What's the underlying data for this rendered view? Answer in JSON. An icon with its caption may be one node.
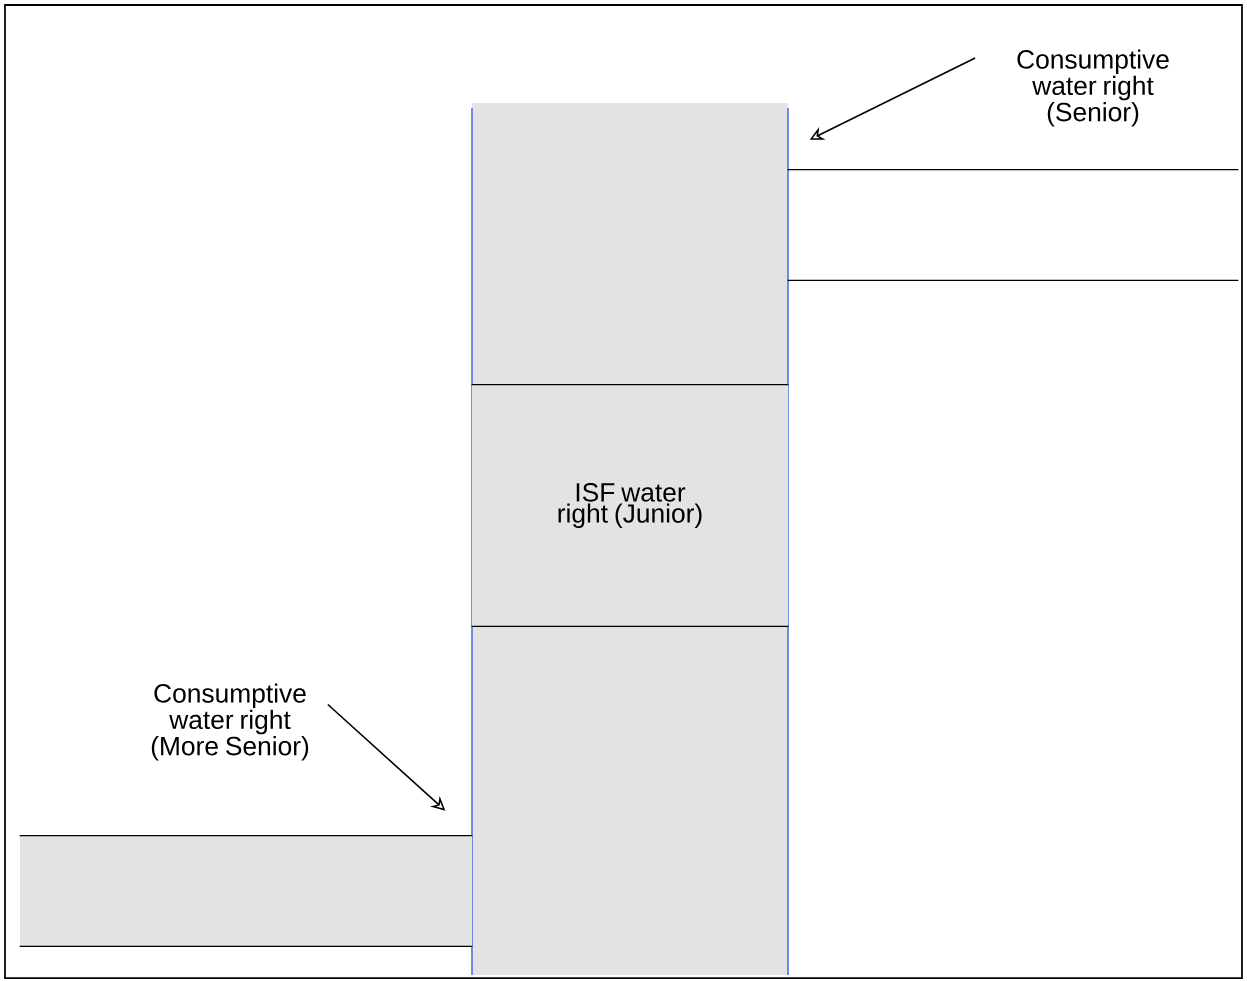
{
  "diagram": {
    "nodes": [
      {
        "text": [
          "Consumptive water right (Senior)"
        ]
      },
      {
        "text": [
          "ISF water right (Junior)"
        ]
      },
      {
        "text": [
          "Consumptive water right (More Senior)"
        ]
      },
      {
        "text": [],
        "shape": "bar"
      },
      {
        "text": [],
        "shape": "bar"
      }
    ],
    "edges": [
      {
        "from": 0,
        "to": 3,
        "arrow": "to"
      },
      {
        "from": 2,
        "to": 4,
        "arrow": "to"
      }
    ]
  }
}
